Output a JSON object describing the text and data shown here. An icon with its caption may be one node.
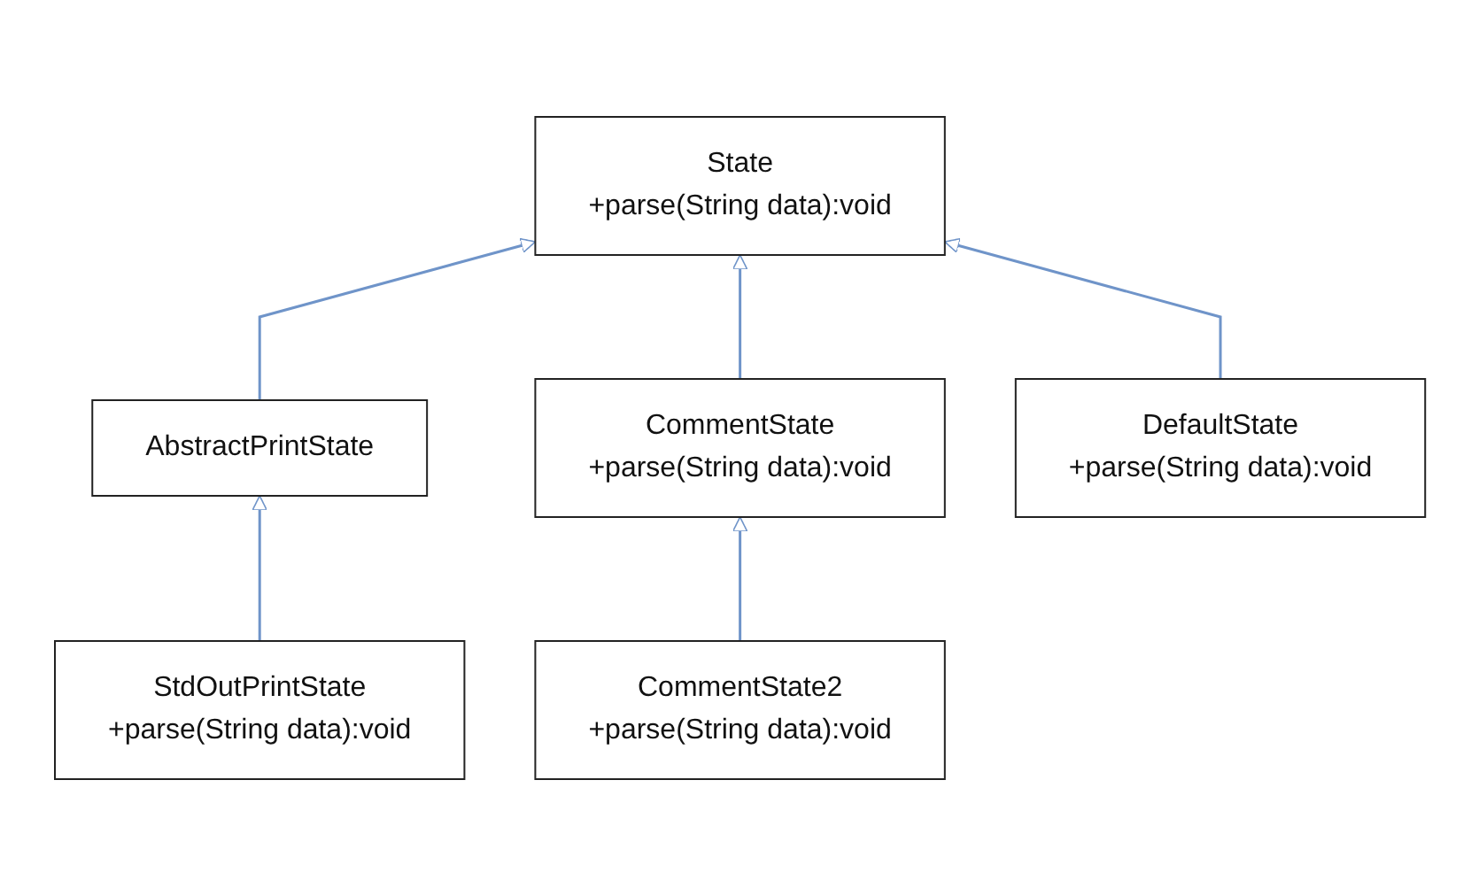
{
  "diagram": {
    "nodes": [
      {
        "text": [
          "State",
          "+parse(String data):void"
        ]
      },
      {
        "text": [
          "AbstractPrintState"
        ]
      },
      {
        "text": [
          "CommentState",
          "+parse(String data):void"
        ]
      },
      {
        "text": [
          "DefaultState",
          "+parse(String data):void"
        ]
      },
      {
        "text": [
          "StdOutPrintState",
          "+parse(String data):void"
        ]
      },
      {
        "text": [
          "CommentState2",
          "+parse(String data):void"
        ]
      }
    ],
    "edges": [
      {
        "from": 1,
        "to": 0,
        "arrow": "to"
      },
      {
        "from": 2,
        "to": 0,
        "arrow": "to"
      },
      {
        "from": 3,
        "to": 0,
        "arrow": "to"
      },
      {
        "from": 4,
        "to": 1,
        "arrow": "to"
      },
      {
        "from": 5,
        "to": 2,
        "arrow": "to"
      }
    ]
  }
}
